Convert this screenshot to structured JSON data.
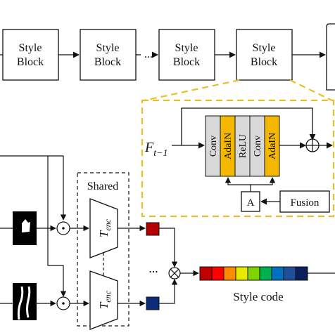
{
  "style_blocks": [
    {
      "line1": "Style",
      "line2": "Block"
    },
    {
      "line1": "Style",
      "line2": "Block"
    },
    {
      "line1": "Style",
      "line2": "Block"
    },
    {
      "line1": "Style",
      "line2": "Block"
    }
  ],
  "ellipsis": "...",
  "detail": {
    "input_label": "F",
    "input_sub": "t−1",
    "layers": [
      "Conv",
      "AdaIN",
      "ReLU",
      "Conv",
      "AdaIN"
    ],
    "a_label": "A",
    "fusion_label": "Fusion"
  },
  "shared_label": "Shared",
  "encoder_label": "T",
  "encoder_sub": "enc",
  "style_code_label": "Style code",
  "multiply_symbol": "⊙",
  "plus_symbol": "⊕",
  "otimes_symbol": "⊗",
  "colors": {
    "accent_yellow": "#f5c518",
    "detail_border": "#e6c02a",
    "layer_gray": "#d9d9d9",
    "layer_yellow": "#f5b800",
    "square_red": "#b40000",
    "square_navy": "#0a2a7a",
    "code_strip": [
      "#c00000",
      "#ff0000",
      "#ff8c00",
      "#e8e800",
      "#7fd400",
      "#00b050",
      "#0070c0",
      "#1f4e9a",
      "#0a1f5c"
    ]
  }
}
